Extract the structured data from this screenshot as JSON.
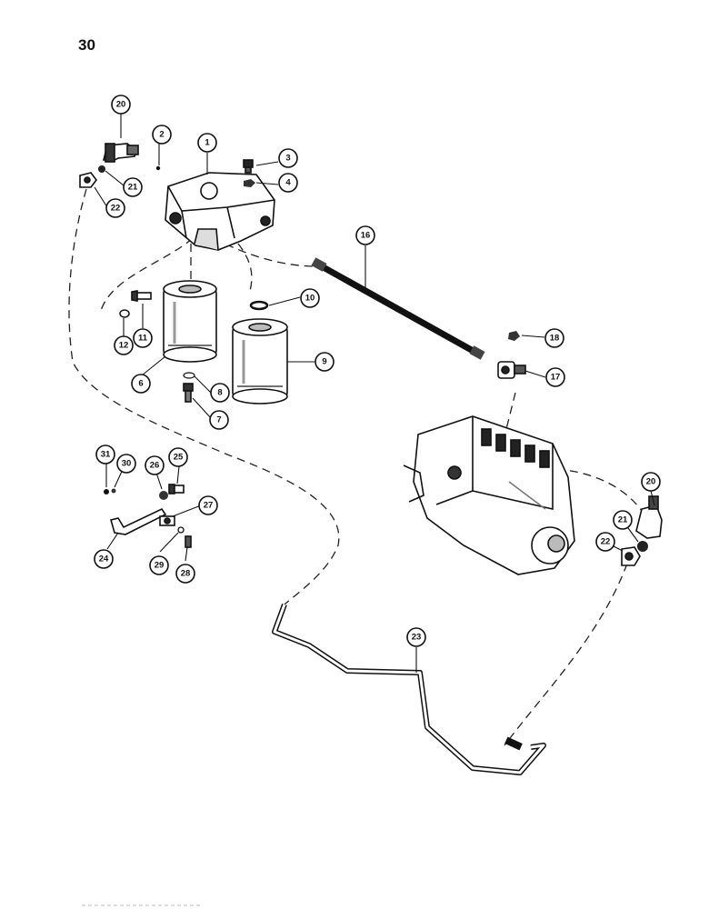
{
  "page": {
    "number": "30"
  },
  "callouts": {
    "c1": "1",
    "c2": "2",
    "c3": "3",
    "c4": "4",
    "c6": "6",
    "c7": "7",
    "c8": "8",
    "c9": "9",
    "c10": "10",
    "c11": "11",
    "c12": "12",
    "c16": "16",
    "c17": "17",
    "c18": "18",
    "c20a": "20",
    "c20b": "20",
    "c21a": "21",
    "c21b": "21",
    "c22a": "22",
    "c22b": "22",
    "c23": "23",
    "c24": "24",
    "c25": "25",
    "c26": "26",
    "c27": "27",
    "c28": "28",
    "c29": "29",
    "c30": "30",
    "c31": "31"
  }
}
